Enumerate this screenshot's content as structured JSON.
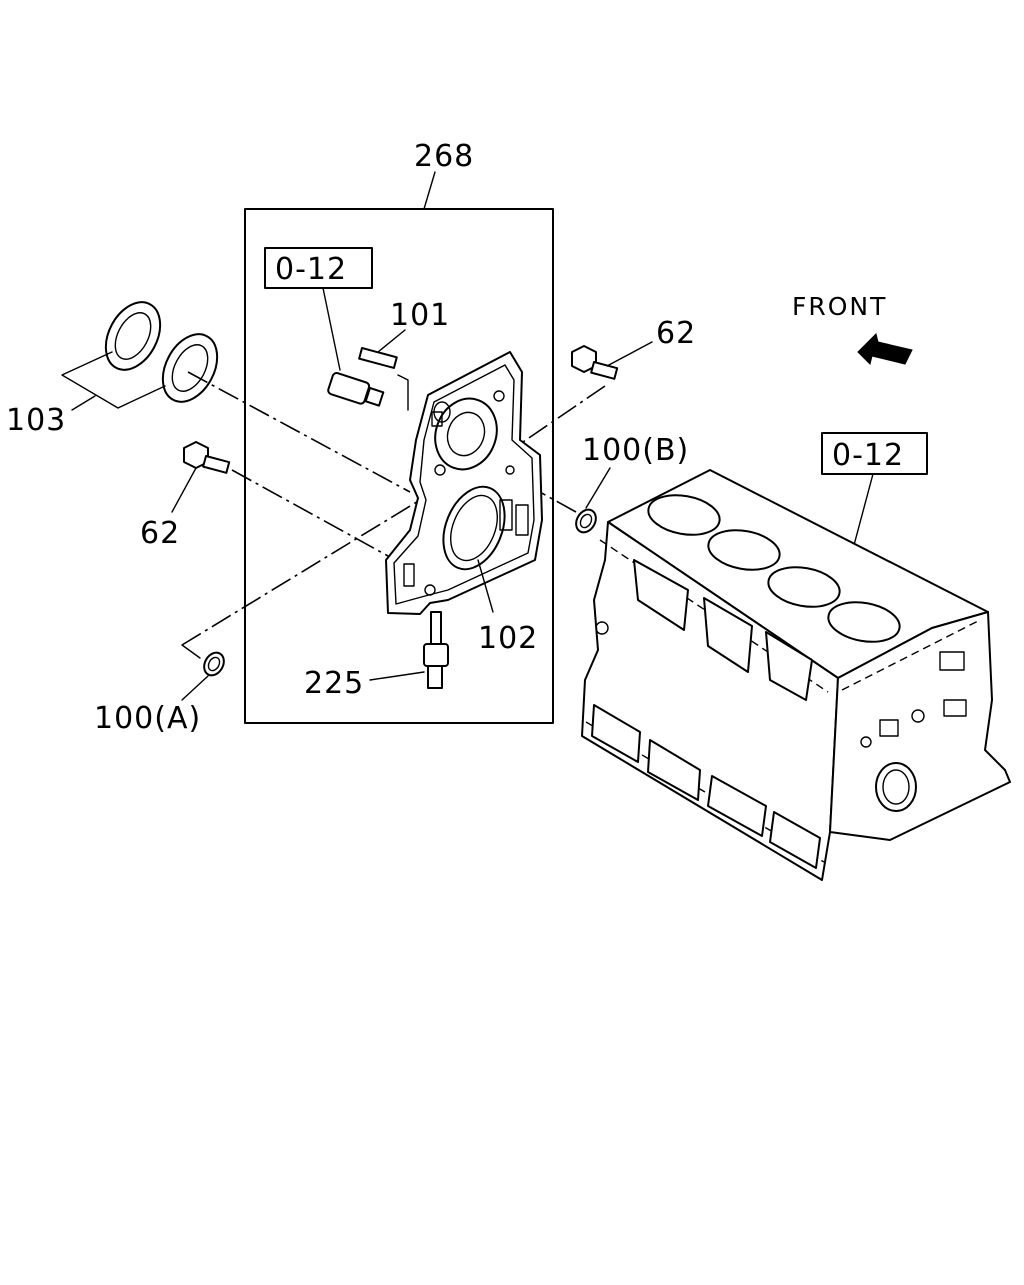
{
  "labels": {
    "assembly": "268",
    "ref_box_left": "0-12",
    "ref_box_right": "0-12",
    "stud": "101",
    "bolt_right": "62",
    "bolt_left": "62",
    "seal_set": "103",
    "ring_b": "100(B)",
    "ring_a": "100(A)",
    "gasket": "102",
    "drain_plug": "225",
    "direction": "FRONT"
  },
  "icons": {
    "direction_arrow": "front-arrow-icon"
  }
}
